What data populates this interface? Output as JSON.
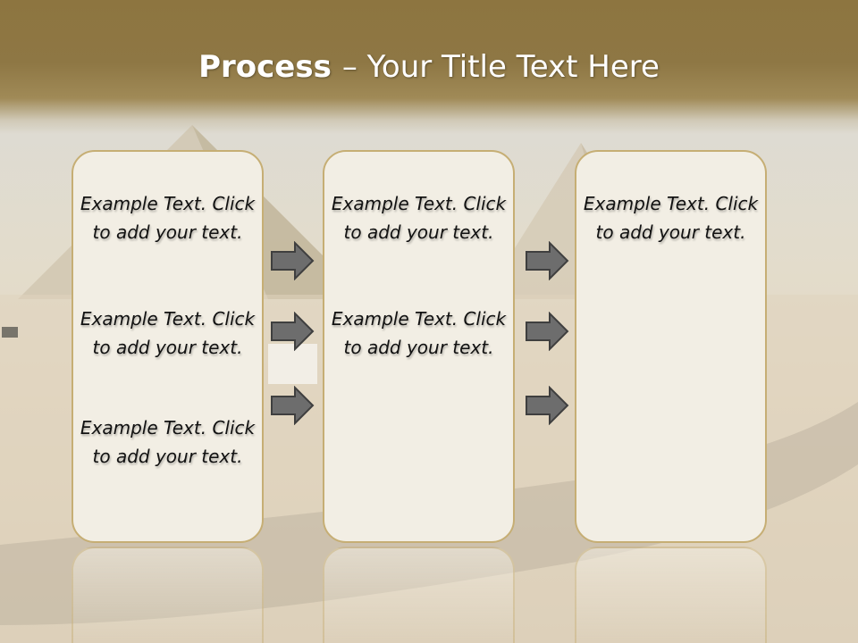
{
  "title": {
    "bold": "Process",
    "rest": "– Your Title Text Here"
  },
  "columns": [
    {
      "items": [
        "Example Text. Click  to add your text.",
        "Example Text. Click  to add your text.",
        "Example Text. Click  to add your text."
      ]
    },
    {
      "items": [
        "Example Text. Click  to add your text.",
        "Example Text. Click  to add your text."
      ]
    },
    {
      "items": [
        "Example Text. Click  to add your text."
      ]
    }
  ],
  "arrow_groups": [
    {
      "count": 3
    },
    {
      "count": 3
    }
  ],
  "colors": {
    "title_band": "#8d7540",
    "card_border": "#c6ae74",
    "card_fill": "#f2eee4",
    "arrow_fill": "#6d6d6d"
  },
  "background": {
    "subject": "pyramids-desert-photo"
  }
}
